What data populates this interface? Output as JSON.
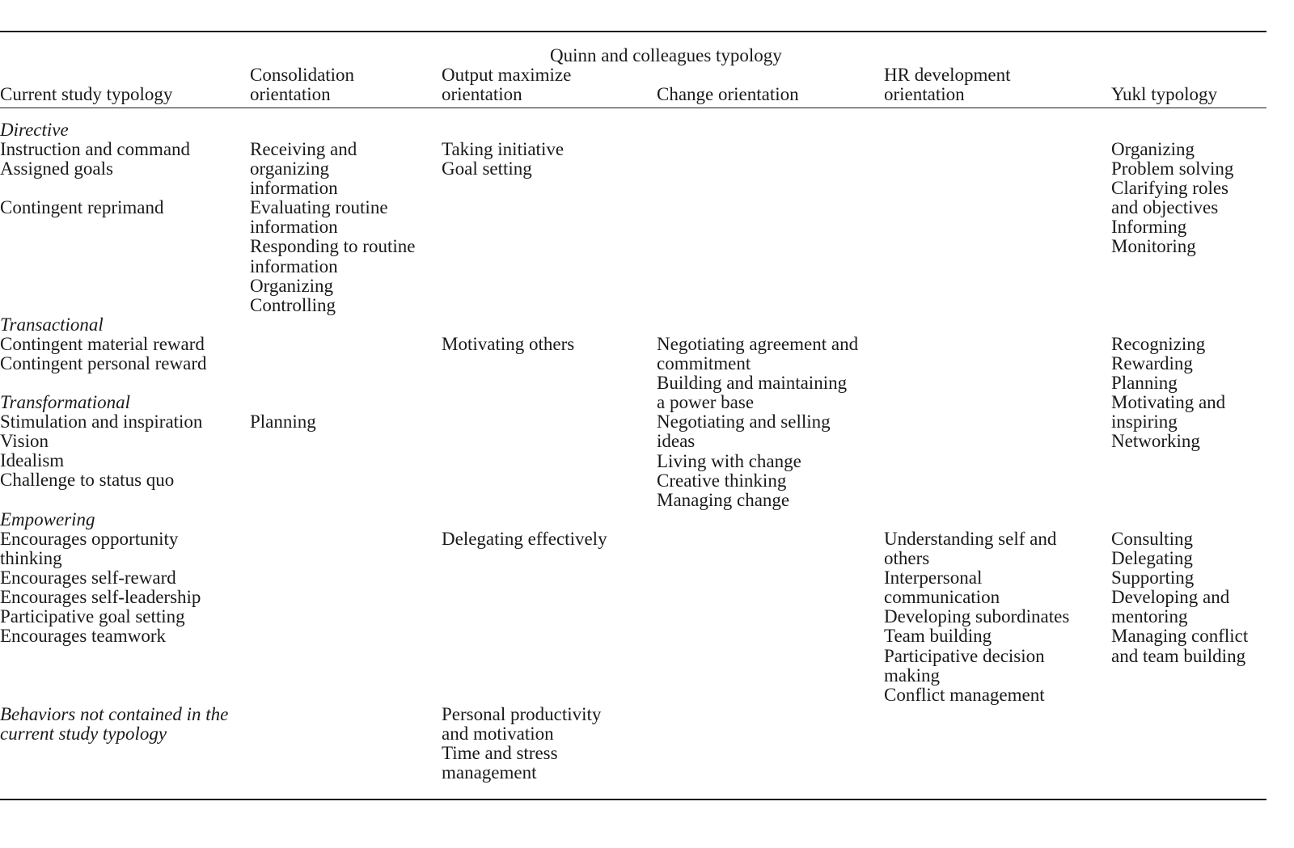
{
  "header": {
    "group_title": "Quinn and colleagues typology",
    "columns": [
      {
        "lines": [
          "Current study typology"
        ]
      },
      {
        "lines": [
          "Consolidation",
          "orientation"
        ]
      },
      {
        "lines": [
          "Output maximize",
          "orientation"
        ]
      },
      {
        "lines": [
          "Change orientation"
        ]
      },
      {
        "lines": [
          "HR development",
          "orientation"
        ]
      },
      {
        "lines": [
          "Yukl typology"
        ]
      }
    ]
  },
  "sections": [
    {
      "title": "Directive",
      "current": [
        "Instruction and command",
        "Assigned goals",
        "",
        "Contingent reprimand"
      ],
      "consolidation": [
        "Receiving and",
        "organizing",
        "information",
        "Evaluating routine",
        "information",
        "Responding to routine",
        "information",
        "Organizing",
        "Controlling"
      ],
      "output": [
        "Taking initiative",
        "Goal setting"
      ],
      "change": [],
      "hr": [],
      "yukl": [
        "Organizing",
        "Problem solving",
        "Clarifying roles",
        "and objectives",
        "Informing",
        "Monitoring"
      ]
    },
    {
      "title": "Transactional",
      "current": [
        "Contingent material reward",
        "Contingent personal reward"
      ],
      "consolidation": [],
      "output": [
        "Motivating others"
      ],
      "change": [
        "Negotiating agreement and",
        "commitment",
        "Building and maintaining",
        "a power base",
        "Negotiating and selling",
        "ideas",
        "Living with change",
        "Creative thinking",
        "Managing change"
      ],
      "hr": [],
      "yukl": [
        "Recognizing",
        "Rewarding",
        "Planning",
        "Motivating and",
        "inspiring",
        "Networking"
      ]
    },
    {
      "title": "Transformational",
      "current": [
        "Stimulation and inspiration",
        "Vision",
        "Idealism",
        "Challenge to status quo"
      ],
      "consolidation": [
        "Planning"
      ],
      "output": [],
      "change": [],
      "hr": [],
      "yukl": []
    },
    {
      "title": "Empowering",
      "current": [
        "Encourages opportunity",
        "thinking",
        "Encourages self-reward",
        "Encourages self-leadership",
        "Participative goal setting",
        "Encourages teamwork"
      ],
      "consolidation": [],
      "output": [
        "Delegating effectively"
      ],
      "change": [],
      "hr": [
        "Understanding self and",
        "others",
        "Interpersonal",
        "communication",
        "Developing subordinates",
        "Team building",
        "Participative decision",
        "making",
        "Conflict management"
      ],
      "yukl": [
        "Consulting",
        "Delegating",
        "Supporting",
        "Developing and",
        "mentoring",
        "Managing conflict",
        "and team building"
      ]
    },
    {
      "title": "",
      "current_italic": [
        "Behaviors not contained in the",
        "current study typology"
      ],
      "output": [
        "Personal productivity",
        "and motivation",
        "Time and stress",
        "management"
      ]
    }
  ]
}
